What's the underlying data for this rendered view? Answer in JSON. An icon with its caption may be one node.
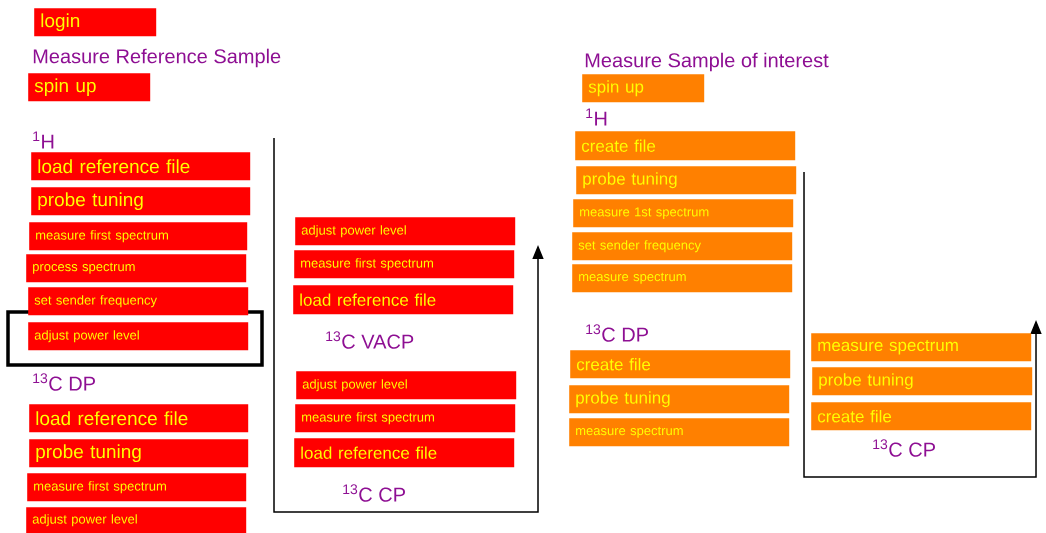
{
  "diagram": {
    "nodes": [
      {
        "text": [
          "login"
        ]
      },
      {
        "text": [
          "spin up"
        ]
      },
      {
        "text": [
          "load reference file"
        ]
      },
      {
        "text": [
          "probe tuning"
        ]
      },
      {
        "text": [
          "measure first spectrum"
        ]
      },
      {
        "text": [
          "process spectrum"
        ]
      },
      {
        "text": [
          "set sender frequency"
        ]
      },
      {
        "text": [
          "adjust power level"
        ]
      },
      {
        "text": [
          "load reference file"
        ]
      },
      {
        "text": [
          "probe tuning"
        ]
      },
      {
        "text": [
          "measure first spectrum"
        ]
      },
      {
        "text": [
          "adjust power level"
        ]
      },
      {
        "text": [
          "adjust power level"
        ]
      },
      {
        "text": [
          "measure first spectrum"
        ]
      },
      {
        "text": [
          "load reference file"
        ]
      },
      {
        "text": [
          "adjust power level"
        ]
      },
      {
        "text": [
          "measure first spectrum"
        ]
      },
      {
        "text": [
          "load reference file"
        ]
      },
      {
        "text": [
          "spin up"
        ]
      },
      {
        "text": [
          "create file"
        ]
      },
      {
        "text": [
          "probe tuning"
        ]
      },
      {
        "text": [
          "measure 1st spectrum"
        ]
      },
      {
        "text": [
          "set sender frequency"
        ]
      },
      {
        "text": [
          "measure spectrum"
        ]
      },
      {
        "text": [
          "create file"
        ]
      },
      {
        "text": [
          "probe tuning"
        ]
      },
      {
        "text": [
          "measure spectrum"
        ]
      },
      {
        "text": [
          "measure spectrum"
        ]
      },
      {
        "text": [
          "probe tuning"
        ]
      },
      {
        "text": [
          "create file"
        ]
      }
    ],
    "labels": [
      "Measure Reference Sample",
      "$^{1}$H",
      "$^{13}$C DP",
      "$^{13}$C VACP",
      "$^{13}$C CP",
      "Measure Sample of interest",
      "$^{1}$H",
      "$^{13}$C DP",
      "$^{13}$C CP"
    ]
  }
}
